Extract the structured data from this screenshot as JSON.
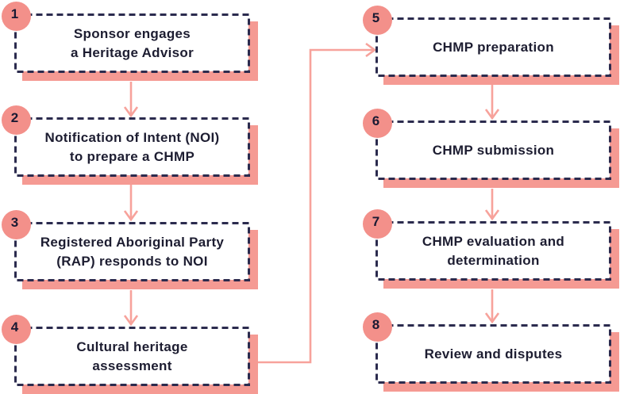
{
  "diagram": {
    "type": "flowchart",
    "subject": "Cultural Heritage Management Plan (CHMP) process",
    "columns": 2,
    "steps": [
      {
        "number": "1",
        "label": "Sponsor engages\na Heritage Advisor"
      },
      {
        "number": "2",
        "label": "Notification of Intent (NOI)\nto prepare a CHMP"
      },
      {
        "number": "3",
        "label": "Registered Aboriginal Party\n(RAP) responds to NOI"
      },
      {
        "number": "4",
        "label": "Cultural heritage\nassessment"
      },
      {
        "number": "5",
        "label": "CHMP preparation"
      },
      {
        "number": "6",
        "label": "CHMP submission"
      },
      {
        "number": "7",
        "label": "CHMP evaluation and\ndetermination"
      },
      {
        "number": "8",
        "label": "Review and disputes"
      }
    ],
    "connections": [
      [
        "1",
        "2"
      ],
      [
        "2",
        "3"
      ],
      [
        "3",
        "4"
      ],
      [
        "4",
        "5"
      ],
      [
        "5",
        "6"
      ],
      [
        "6",
        "7"
      ],
      [
        "7",
        "8"
      ]
    ],
    "icons": {
      "arrow_down": "open-chevron-down-arrowhead",
      "arrow_right": "open-chevron-right-arrowhead"
    },
    "colors": {
      "badge_salmon": "#f3908a",
      "shadow_salmon": "#f59a93",
      "arrow_salmon": "#f7a29b",
      "border_navy": "#2b2b4e",
      "text_navy": "#1d1d31",
      "background": "#ffffff"
    }
  }
}
